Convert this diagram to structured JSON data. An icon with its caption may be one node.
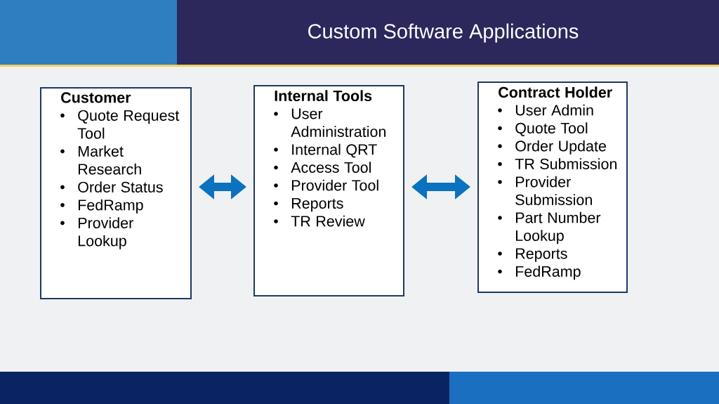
{
  "diagram": {
    "title": "Custom Software Applications",
    "nodes": [
      {
        "text": [
          "Customer",
          "Quote Request Tool",
          "Market Research",
          "Order Status",
          "FedRamp",
          "Provider Lookup"
        ]
      },
      {
        "text": [
          "Internal Tools",
          "User Administration",
          "Internal QRT",
          "Access Tool",
          "Provider Tool",
          "Reports",
          "TR Review"
        ]
      },
      {
        "text": [
          "Contract Holder",
          "User Admin",
          "Quote Tool",
          "Order Update",
          "TR Submission",
          "Provider Submission",
          "Part Number Lookup",
          "Reports",
          "FedRamp"
        ]
      }
    ],
    "edges": [
      {
        "from": 0,
        "to": 1,
        "arrow": "both"
      },
      {
        "from": 1,
        "to": 2,
        "arrow": "both"
      }
    ]
  }
}
